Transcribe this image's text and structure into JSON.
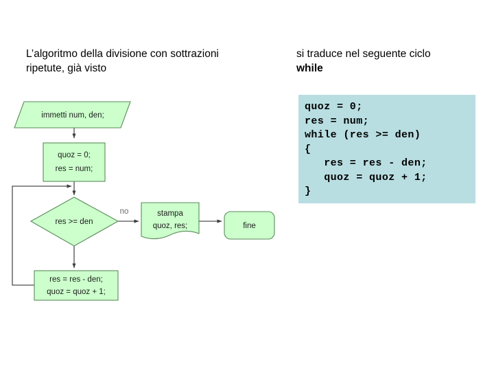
{
  "slide": {
    "caption_left": "L’algoritmo della divisione con sottrazioni ripetute, già visto",
    "caption_right_lead": "si traduce nel seguente ciclo",
    "caption_right_keyword": "while"
  },
  "code": {
    "language_hint": "C",
    "text": "quoz = 0;\nres = num;\nwhile (res >= den)\n{\n   res = res - den;\n   quoz = quoz + 1;\n}",
    "background_color": "#b9dee2"
  },
  "flowchart": {
    "node_fill_color": "#ccffcc",
    "node_border_color": "#5a8a5a",
    "connector_color": "#4d4d4d",
    "nodes": [
      {
        "id": "input",
        "shape": "parallelogram",
        "lines": [
          "immetti num, den;"
        ]
      },
      {
        "id": "init",
        "shape": "rectangle",
        "lines": [
          "quoz = 0;",
          "res = num;"
        ]
      },
      {
        "id": "condition",
        "shape": "diamond",
        "lines": [
          "res >= den"
        ]
      },
      {
        "id": "print",
        "shape": "document",
        "lines": [
          "stampa",
          "quoz, res;"
        ]
      },
      {
        "id": "end",
        "shape": "rounded-rectangle",
        "lines": [
          "fine"
        ]
      },
      {
        "id": "body",
        "shape": "rectangle",
        "lines": [
          "res = res - den;",
          "quoz = quoz + 1;"
        ]
      }
    ],
    "edge_labels": [
      {
        "id": "no-branch",
        "text": "no"
      }
    ]
  }
}
